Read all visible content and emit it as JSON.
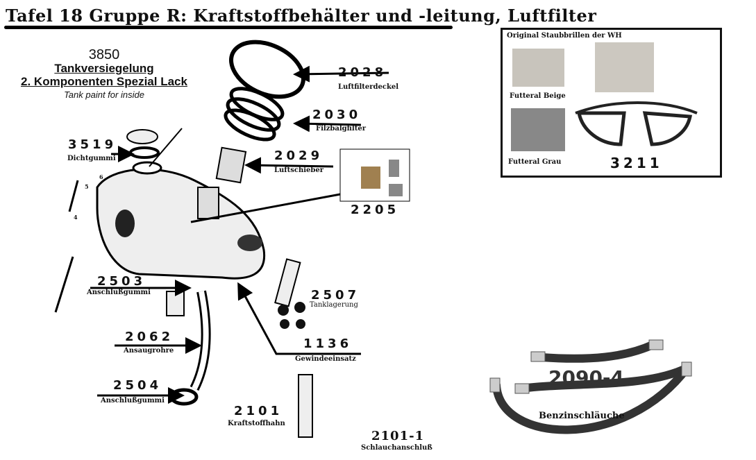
{
  "title": "Tafel 18 Gruppe R: Kraftstoffbehälter und -leitung, Luftfilter",
  "promo": {
    "number": "3850",
    "line1": "Tankversiegelung",
    "line2": "2. Komponenten Spezial Lack",
    "line3": "Tank paint for inside"
  },
  "parts": [
    {
      "num": "3519",
      "label": "Dichtgummi"
    },
    {
      "num": "2028",
      "label": "Luftfilterdeckel"
    },
    {
      "num": "2030",
      "label": "Filzbalgfilter"
    },
    {
      "num": "2029",
      "label": "Luftschieber"
    },
    {
      "num": "2205",
      "label": ""
    },
    {
      "num": "2503",
      "label": "Anschlußgummi"
    },
    {
      "num": "2507",
      "label": "Tanklagerung"
    },
    {
      "num": "2062",
      "label": "Ansaugrohre"
    },
    {
      "num": "1136",
      "label": "Gewindeeinsatz"
    },
    {
      "num": "2504",
      "label": "Anschlußgummi"
    },
    {
      "num": "2101",
      "label": "Kraftstoffhahn"
    },
    {
      "num": "2101-1",
      "label": "Schlauchanschluß"
    }
  ],
  "goggles": {
    "heading": "Original Staubbrillen der WH",
    "beige": "Futteral Beige",
    "grau": "Futteral Grau",
    "num": "3211"
  },
  "hoses": {
    "num": "2090-4",
    "label": "Benzinschläuche"
  },
  "small_numbers": [
    "6",
    "5",
    "4"
  ]
}
